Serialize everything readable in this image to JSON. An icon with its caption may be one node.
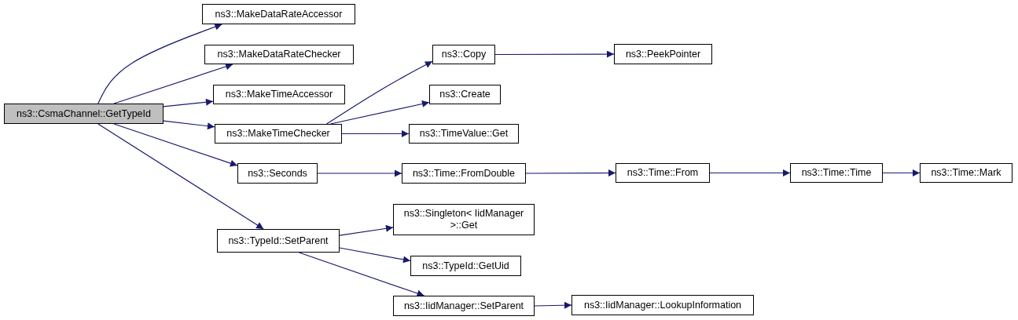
{
  "diagram": {
    "nodes": [
      {
        "text": [
          "ns3::CsmaChannel::GetTypeId"
        ]
      },
      {
        "text": [
          "ns3::MakeDataRateAccessor"
        ]
      },
      {
        "text": [
          "ns3::MakeDataRateChecker"
        ]
      },
      {
        "text": [
          "ns3::MakeTimeAccessor"
        ]
      },
      {
        "text": [
          "ns3::MakeTimeChecker"
        ]
      },
      {
        "text": [
          "ns3::Seconds"
        ]
      },
      {
        "text": [
          "ns3::TypeId::SetParent"
        ]
      },
      {
        "text": [
          "ns3::Copy"
        ]
      },
      {
        "text": [
          "ns3::PeekPointer"
        ]
      },
      {
        "text": [
          "ns3::Create"
        ]
      },
      {
        "text": [
          "ns3::TimeValue::Get"
        ]
      },
      {
        "text": [
          "ns3::Time::FromDouble"
        ]
      },
      {
        "text": [
          "ns3::Time::From"
        ]
      },
      {
        "text": [
          "ns3::Time::Time"
        ]
      },
      {
        "text": [
          "ns3::Time::Mark"
        ]
      },
      {
        "text": [
          "ns3::Singleton< IidManager >::Get"
        ]
      },
      {
        "text": [
          "ns3::TypeId::GetUid"
        ]
      },
      {
        "text": [
          "ns3::IidManager::SetParent"
        ]
      },
      {
        "text": [
          "ns3::IidManager::LookupInformation"
        ]
      }
    ],
    "edges": [
      {
        "from": 0,
        "to": 1,
        "arrow": "to"
      },
      {
        "from": 0,
        "to": 2,
        "arrow": "to"
      },
      {
        "from": 0,
        "to": 3,
        "arrow": "to"
      },
      {
        "from": 0,
        "to": 4,
        "arrow": "to"
      },
      {
        "from": 0,
        "to": 5,
        "arrow": "to"
      },
      {
        "from": 0,
        "to": 6,
        "arrow": "to"
      },
      {
        "from": 4,
        "to": 7,
        "arrow": "to"
      },
      {
        "from": 4,
        "to": 9,
        "arrow": "to"
      },
      {
        "from": 4,
        "to": 10,
        "arrow": "to"
      },
      {
        "from": 7,
        "to": 8,
        "arrow": "to"
      },
      {
        "from": 5,
        "to": 11,
        "arrow": "to"
      },
      {
        "from": 11,
        "to": 12,
        "arrow": "to"
      },
      {
        "from": 12,
        "to": 13,
        "arrow": "to"
      },
      {
        "from": 13,
        "to": 14,
        "arrow": "to"
      },
      {
        "from": 6,
        "to": 15,
        "arrow": "to"
      },
      {
        "from": 6,
        "to": 16,
        "arrow": "to"
      },
      {
        "from": 6,
        "to": 17,
        "arrow": "to"
      },
      {
        "from": 17,
        "to": 18,
        "arrow": "to"
      }
    ]
  }
}
